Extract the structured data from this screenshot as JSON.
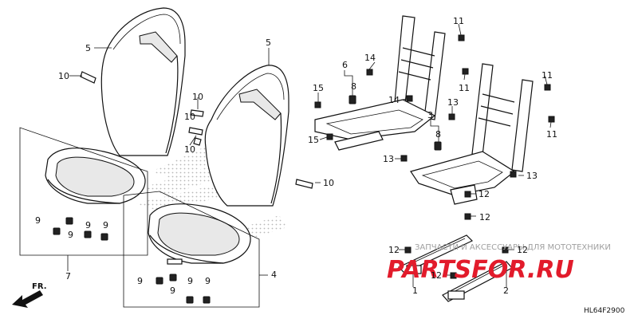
{
  "diagram": {
    "code": "HL64F2900",
    "direction_label": "FR.",
    "watermark": {
      "tagline": "ЗАПЧАСТИ И АКСЕССУАРЫ ДЛЯ МОТОТЕХНИКИ",
      "site": "PARTSFOR.RU"
    },
    "callouts": {
      "c1": "1",
      "c2": "2",
      "c3": "3",
      "c4": "4",
      "c5a": "5",
      "c5b": "5",
      "c6": "6",
      "c7": "7",
      "c8a": "8",
      "c8b": "8",
      "c9a": "9",
      "c9b": "9",
      "c9c": "9",
      "c9d": "9",
      "c9e": "9",
      "c9f": "9",
      "c9g": "9",
      "c9h": "9",
      "c10a": "10",
      "c10b": "10",
      "c10c": "10",
      "c10d": "10",
      "c10e": "10",
      "c11a": "11",
      "c11b": "11",
      "c11c": "11",
      "c11d": "11",
      "c12a": "12",
      "c12b": "12",
      "c12c": "12",
      "c12d": "12",
      "c12e": "12",
      "c13a": "13",
      "c13b": "13",
      "c13c": "13",
      "c14a": "14",
      "c14b": "14",
      "c15a": "15",
      "c15b": "15"
    }
  }
}
